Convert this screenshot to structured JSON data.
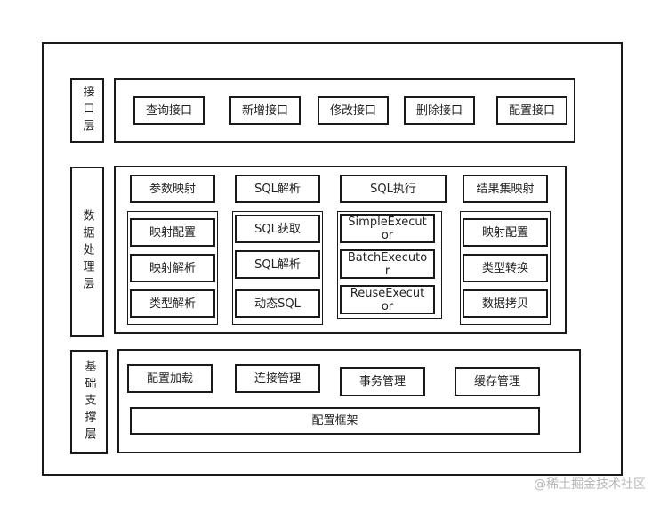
{
  "interface_layer": {
    "label": "接口层",
    "items": [
      "查询接口",
      "新增接口",
      "修改接口",
      "删除接口",
      "配置接口"
    ]
  },
  "data_layer": {
    "label": "数据处理层",
    "top": [
      "参数映射",
      "SQL解析",
      "SQL执行",
      "结果集映射"
    ],
    "groups": [
      [
        "映射配置",
        "映射解析",
        "类型解析"
      ],
      [
        "SQL获取",
        "SQL解析",
        "动态SQL"
      ],
      [
        "SimpleExecutor",
        "BatchExecutor",
        "ReuseExecutor"
      ],
      [
        "映射配置",
        "类型转换",
        "数据拷贝"
      ]
    ]
  },
  "base_layer": {
    "label": "基础支撑层",
    "items": [
      "配置加载",
      "连接管理",
      "事务管理",
      "缓存管理"
    ],
    "framework": "配置框架"
  },
  "watermark": "@稀土掘金技术社区"
}
